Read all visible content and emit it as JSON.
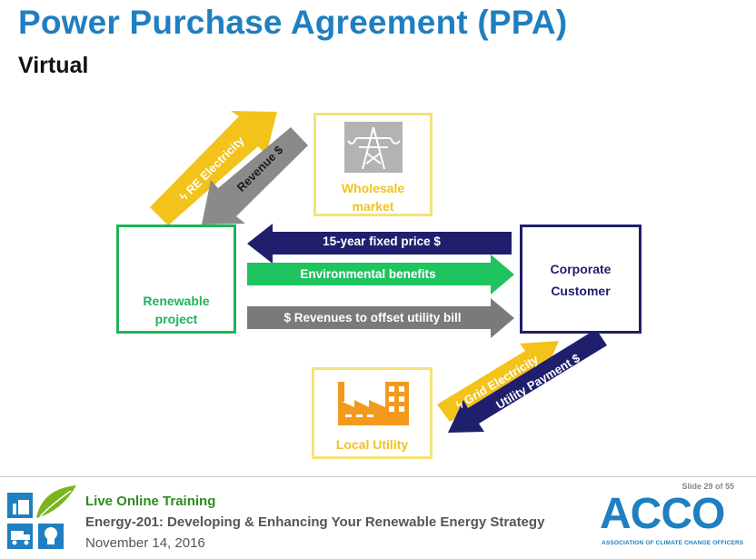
{
  "slide": {
    "title": "Power Purchase Agreement (PPA)",
    "subtitle": "Virtual"
  },
  "diagram": {
    "nodes": {
      "renewable_project": {
        "label": "Renewable\nproject",
        "icon": "solar-panels-icon",
        "border_color": "#1fb35a",
        "text_color": "#1fb35a"
      },
      "corporate_customer": {
        "label": "Corporate\nCustomer",
        "border_color": "#1f1f6e",
        "text_color": "#1f1f6e"
      },
      "wholesale_market": {
        "label": "Wholesale\nmarket",
        "icon": "transmission-tower-icon",
        "border_color": "#f3d33a",
        "text_color": "#f3c21b"
      },
      "local_utility": {
        "label": "Local Utility",
        "icon": "factory-icon",
        "border_color": "#f3d33a",
        "text_color": "#f3c21b"
      }
    },
    "flows": {
      "fixed_price": {
        "label": "15-year fixed price $",
        "color": "#1f1f6e"
      },
      "environmental_benefits": {
        "label": "Environmental benefits",
        "color": "#1fc35f"
      },
      "revenues_offset": {
        "label": "$ Revenues to offset utility bill",
        "color": "#7a7a7a"
      },
      "re_electricity": {
        "label": "RE Electricity",
        "color": "#f3c21b"
      },
      "revenue": {
        "label": "Revenue $",
        "color": "#8a8a8a"
      },
      "grid_electricity": {
        "label": "Grid Electricity",
        "color": "#f3c21b"
      },
      "utility_payment": {
        "label": "Utility Payment $",
        "color": "#1f1f6e"
      }
    }
  },
  "footer": {
    "line1": "Live Online Training",
    "line2": "Energy-201: Developing & Enhancing Your Renewable Energy Strategy",
    "line3": "November 14, 2016",
    "slide_number": "Slide 29 of 55",
    "logo_text": "ACCO",
    "logo_tagline": "ASSOCIATION OF CLIMATE CHANGE OFFICERS"
  },
  "colors": {
    "title": "#1f7fc0",
    "footer_green": "#2e8b1f",
    "footer_gray": "#555555",
    "acco_blue": "#1f7fc0",
    "acco_green": "#7ab51d"
  }
}
